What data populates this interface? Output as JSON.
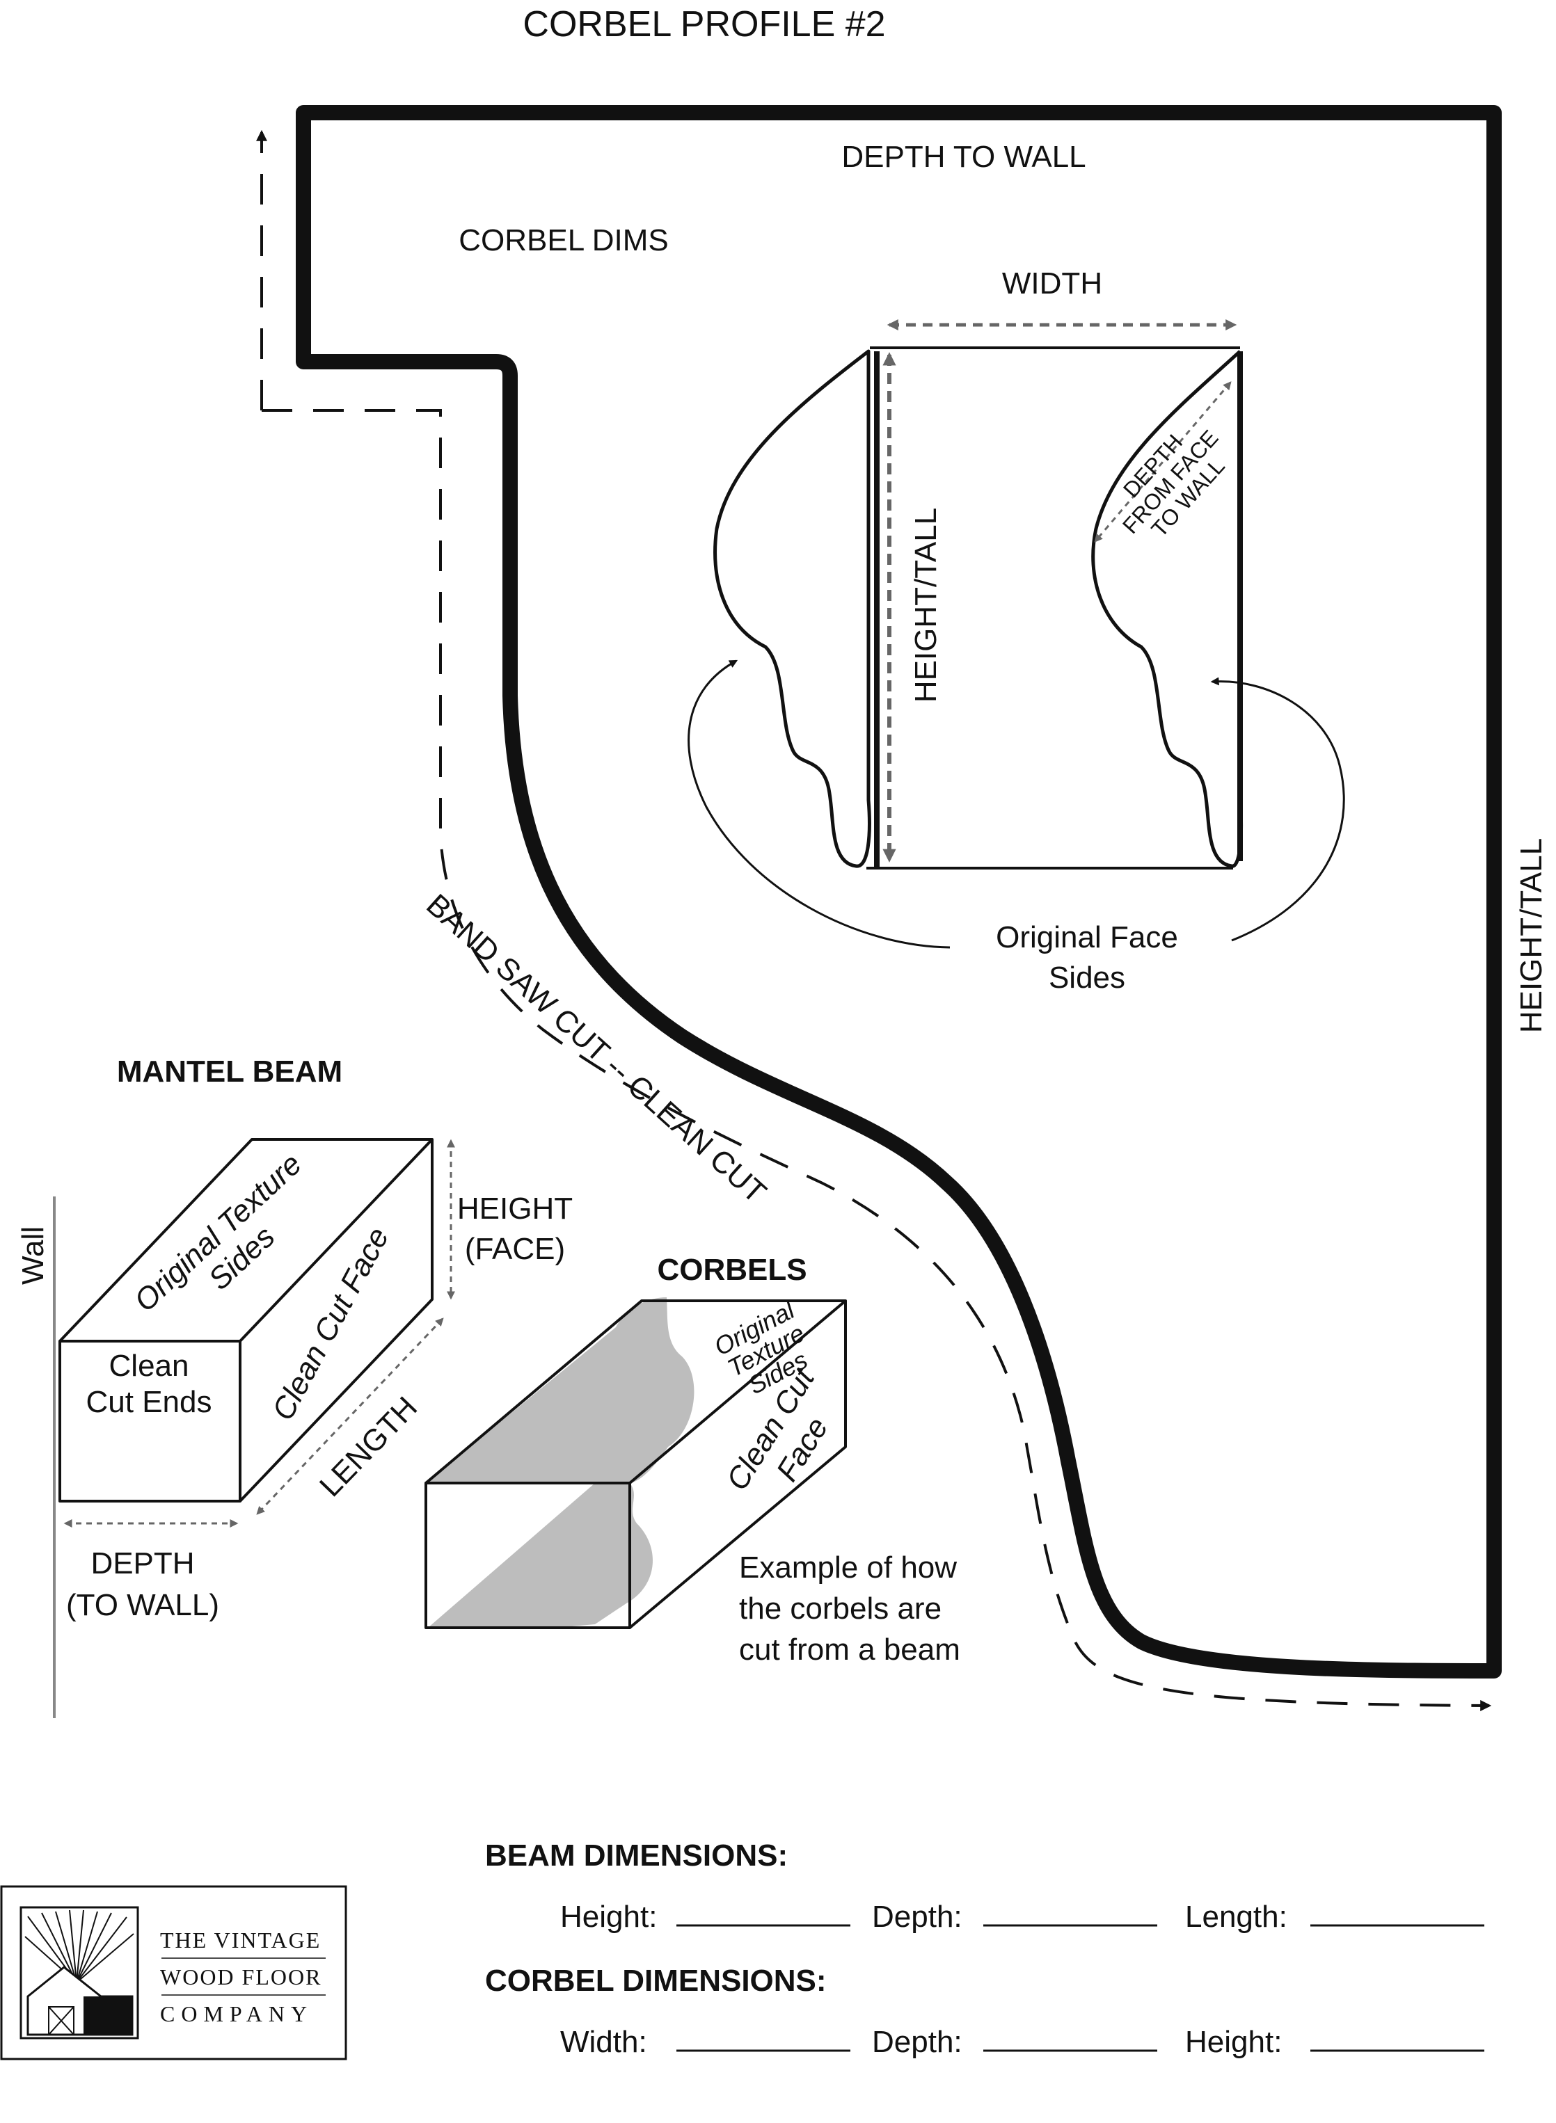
{
  "title": "CORBEL PROFILE #2",
  "profile": {
    "depth_to_wall": "DEPTH TO WALL",
    "height_tall": "HEIGHT/TALL",
    "band_saw_cut": "BAND SAW CUT -- CLEAN CUT"
  },
  "corbel_dims": {
    "title": "CORBEL DIMS",
    "width": "WIDTH",
    "height_tall": "HEIGHT/TALL",
    "depth_from_face_line1": "DEPTH",
    "depth_from_face_line2": "FROM FACE",
    "depth_from_face_line3": "TO WALL",
    "original_face_line1": "Original Face",
    "original_face_line2": "Sides"
  },
  "mantel_beam": {
    "title": "MANTEL BEAM",
    "wall": "Wall",
    "top_line1": "Original Texture",
    "top_line2": "Sides",
    "front_line1": "Clean",
    "front_line2": "Cut Ends",
    "side_face": "Clean Cut Face",
    "height_line1": "HEIGHT",
    "height_line2": "(FACE)",
    "length": "LENGTH",
    "depth_line1": "DEPTH",
    "depth_line2": "(TO WALL)"
  },
  "corbels": {
    "title": "CORBELS",
    "top_line1": "Original",
    "top_line2": "Texture",
    "top_line3": "Sides",
    "side_line1": "Clean Cut",
    "side_line2": "Face",
    "example_line1": "Example of how",
    "example_line2": "the corbels are",
    "example_line3": "cut from a beam"
  },
  "form": {
    "beam_heading": "BEAM DIMENSIONS:",
    "beam_fields": [
      "Height:",
      "Depth:",
      "Length:"
    ],
    "corbel_heading": "CORBEL DIMENSIONS:",
    "corbel_fields": [
      "Width:",
      "Depth:",
      "Height:"
    ]
  },
  "logo": {
    "line1": "THE VINTAGE",
    "line2": "WOOD FLOOR",
    "line3": "COMPANY"
  },
  "colors": {
    "ink": "#111111",
    "dim_arrow": "#666666",
    "shade": "#bdbdbd"
  }
}
